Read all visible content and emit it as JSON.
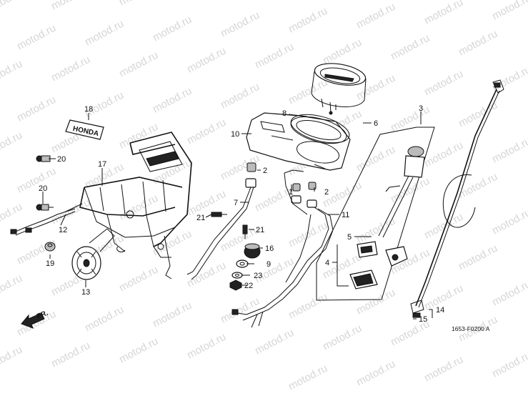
{
  "watermark": {
    "text": "motod.ru"
  },
  "callouts": {
    "c1": "1",
    "c2a": "2",
    "c2b": "2",
    "c3": "3",
    "c4": "4",
    "c5": "5",
    "c6": "6",
    "c7": "7",
    "c8": "8",
    "c9": "9",
    "c10": "10",
    "c11": "11",
    "c12": "12",
    "c13": "13",
    "c14": "14",
    "c15": "15",
    "c16": "16",
    "c17": "17",
    "c18": "18",
    "c19": "19",
    "c20a": "20",
    "c20b": "20",
    "c21a": "21",
    "c21b": "21",
    "c22": "22",
    "c23": "23"
  },
  "emblem_text": "HONDA",
  "front_arrow_text": "FR.",
  "diagram_code": "1653-F0200 A"
}
